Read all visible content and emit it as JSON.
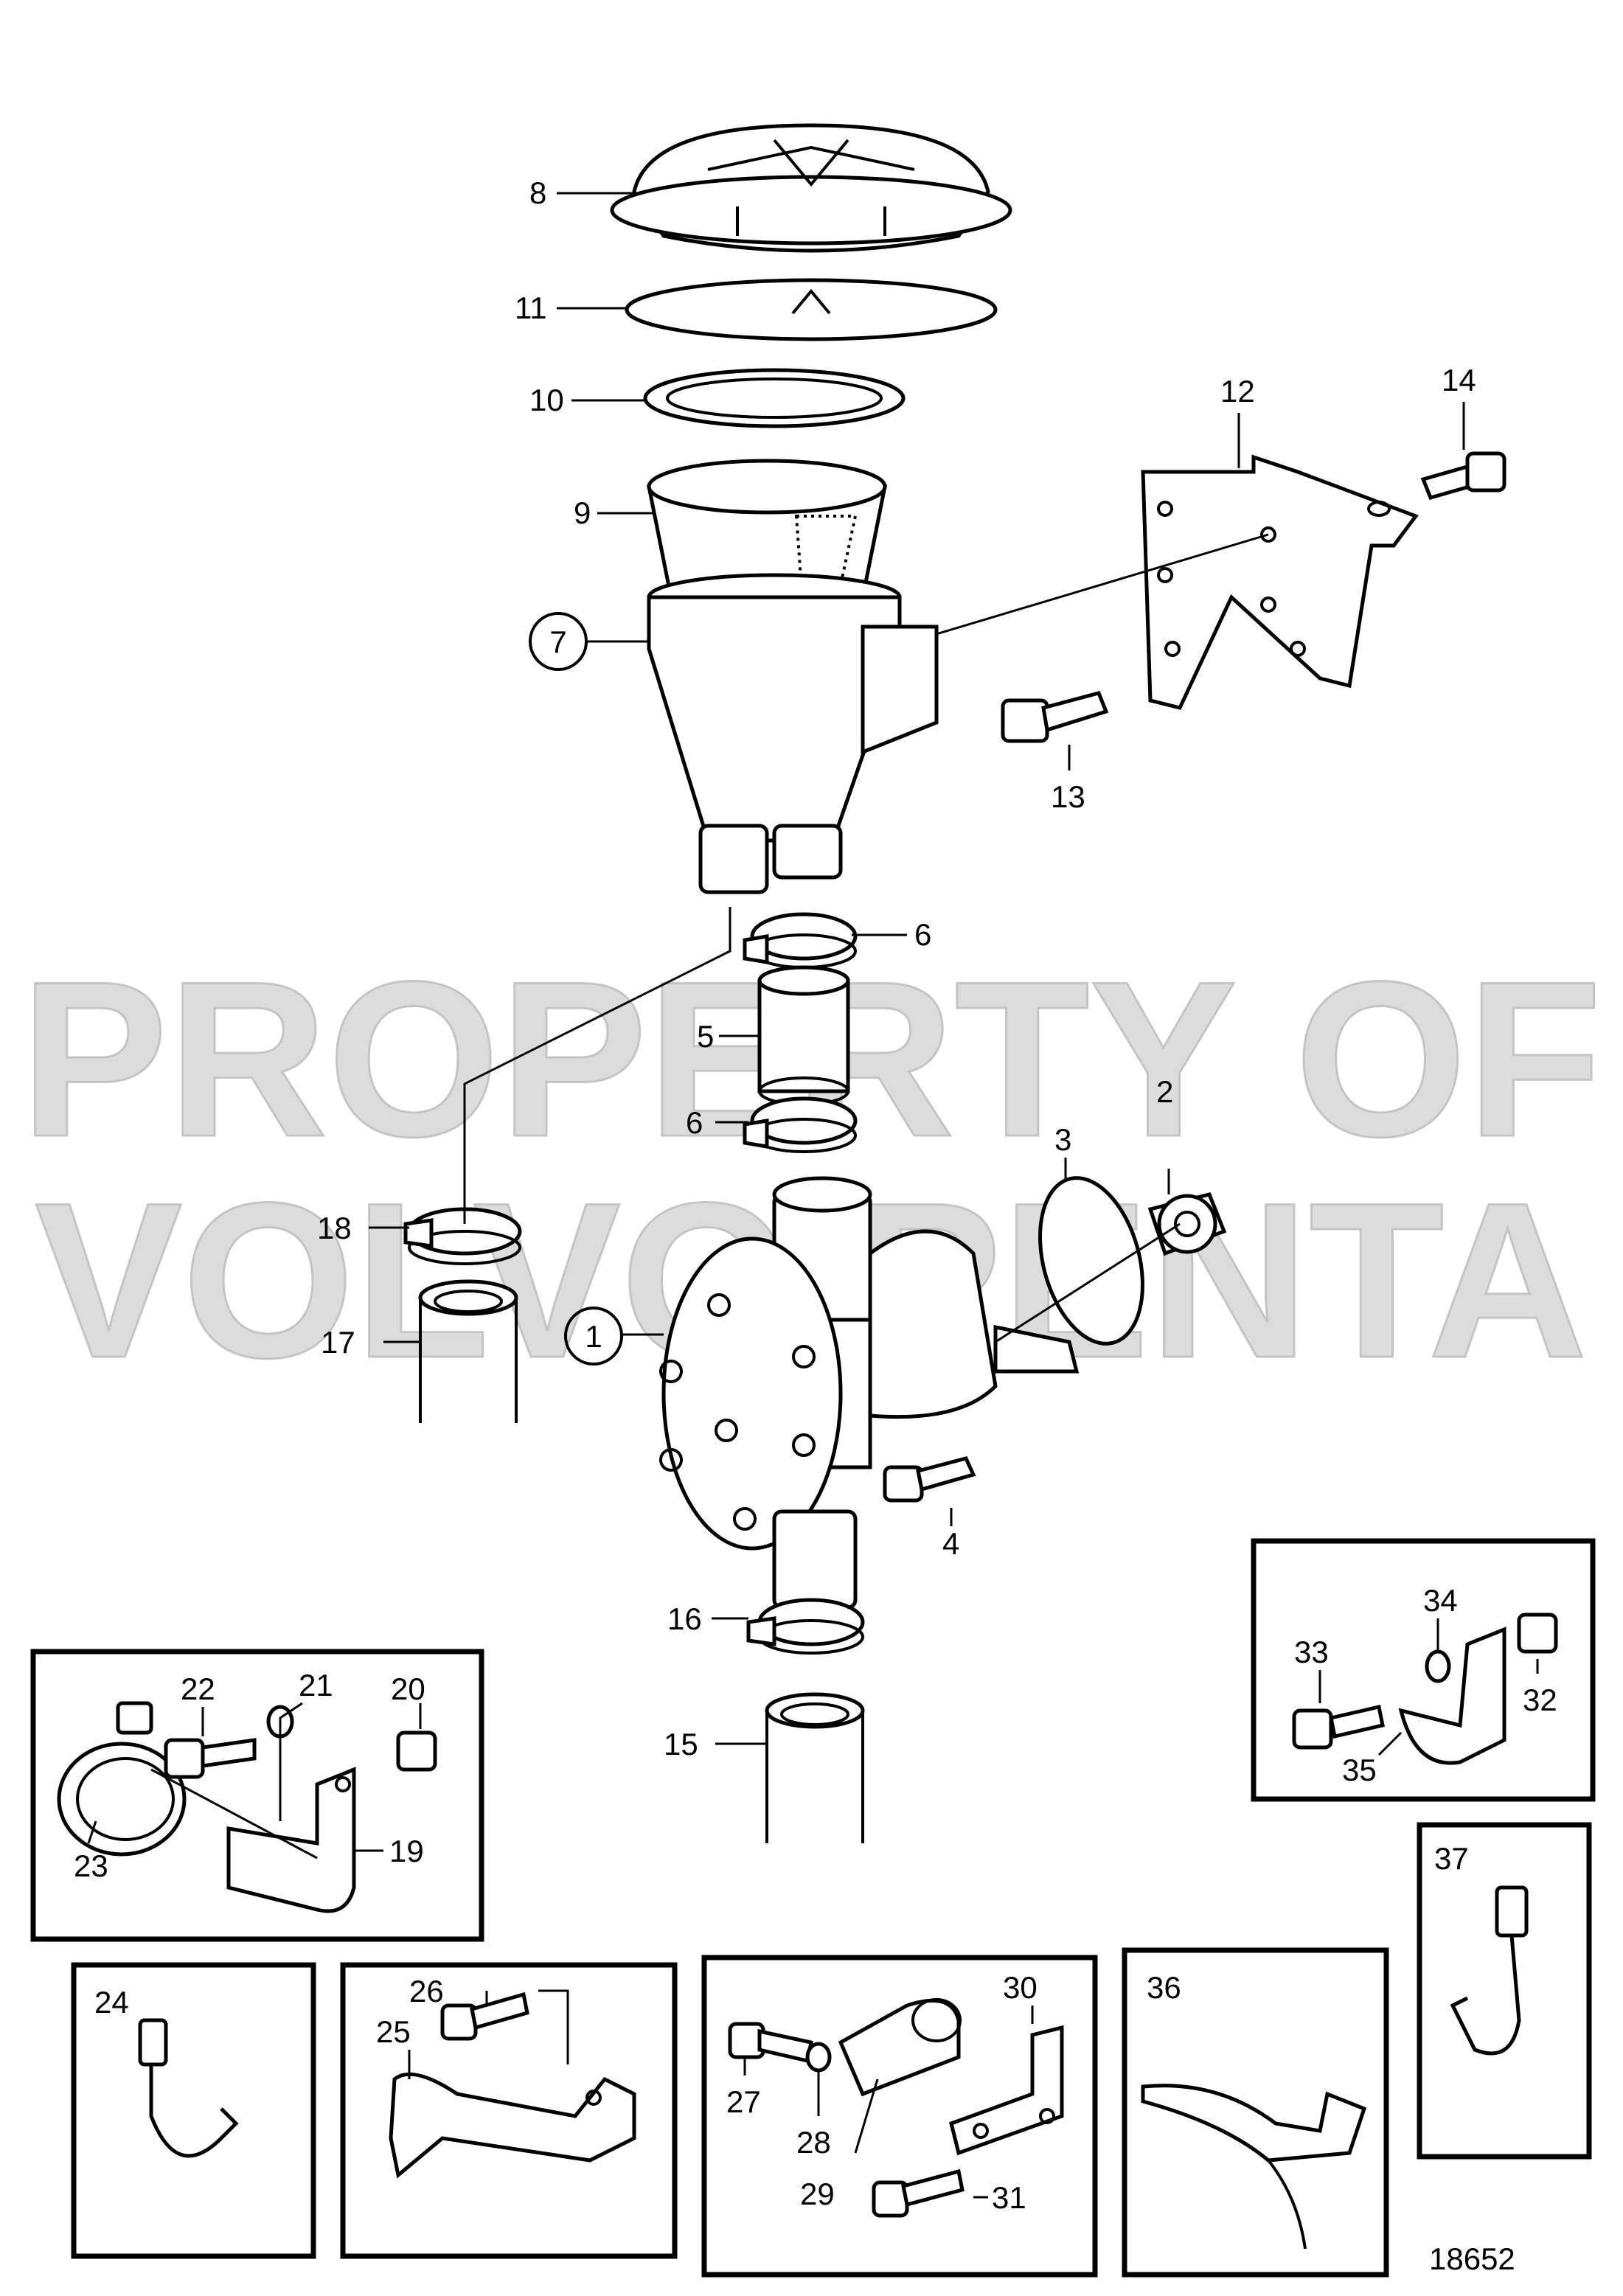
{
  "watermark": {
    "line1": "PROPERTY OF",
    "line2": "VOLVO PENTA"
  },
  "diagram_number": "18652",
  "callouts": {
    "p1": "1",
    "p2": "2",
    "p3": "3",
    "p4": "4",
    "p5": "5",
    "p6a": "6",
    "p6b": "6",
    "p7": "7",
    "p8": "8",
    "p9": "9",
    "p10": "10",
    "p11": "11",
    "p12": "12",
    "p13": "13",
    "p14": "14",
    "p15": "15",
    "p16": "16",
    "p17": "17",
    "p18": "18",
    "p19": "19",
    "p20": "20",
    "p21": "21",
    "p22": "22",
    "p23": "23",
    "p24": "24",
    "p25": "25",
    "p26": "26",
    "p27": "27",
    "p28": "28",
    "p29": "29",
    "p30": "30",
    "p31": "31",
    "p32": "32",
    "p33": "33",
    "p34": "34",
    "p35": "35",
    "p36": "36",
    "p37": "37"
  }
}
